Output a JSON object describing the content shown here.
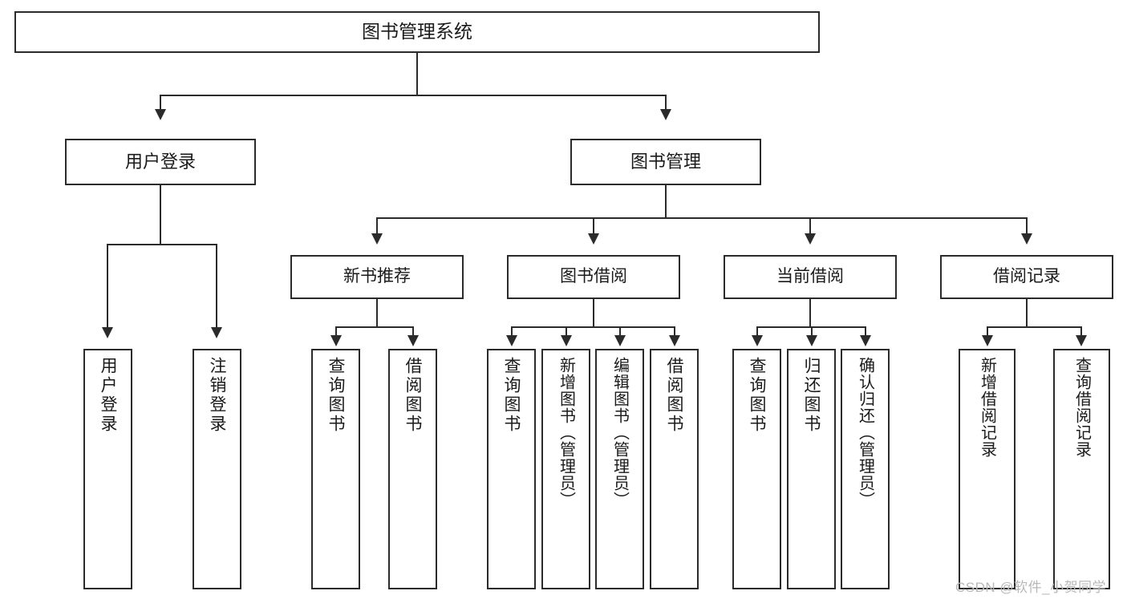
{
  "diagram": {
    "title": "图书管理系统",
    "type": "hierarchy-tree",
    "root": {
      "label": "图书管理系统"
    },
    "level1": [
      {
        "label": "用户登录"
      },
      {
        "label": "图书管理"
      }
    ],
    "level2": [
      {
        "label": "新书推荐"
      },
      {
        "label": "图书借阅"
      },
      {
        "label": "当前借阅"
      },
      {
        "label": "借阅记录"
      }
    ],
    "leaves": {
      "user_login": [
        {
          "label": "用户登录"
        },
        {
          "label": "注销登录"
        }
      ],
      "new_book_recommend": [
        {
          "label": "查询图书"
        },
        {
          "label": "借阅图书"
        }
      ],
      "book_borrow": [
        {
          "label": "查询图书"
        },
        {
          "label": "新增图书（管理员）"
        },
        {
          "label": "编辑图书（管理员）"
        },
        {
          "label": "借阅图书"
        }
      ],
      "current_borrow": [
        {
          "label": "查询图书"
        },
        {
          "label": "归还图书"
        },
        {
          "label": "确认归还（管理员）"
        }
      ],
      "borrow_record": [
        {
          "label": "新增借阅记录"
        },
        {
          "label": "查询借阅记录"
        }
      ]
    }
  },
  "watermark": {
    "text": "CSDN @软件_小贺同学"
  },
  "colors": {
    "stroke": "#2b2b2b",
    "background": "#ffffff",
    "text": "#1a1a1a",
    "watermark": "#b8b8b8"
  }
}
